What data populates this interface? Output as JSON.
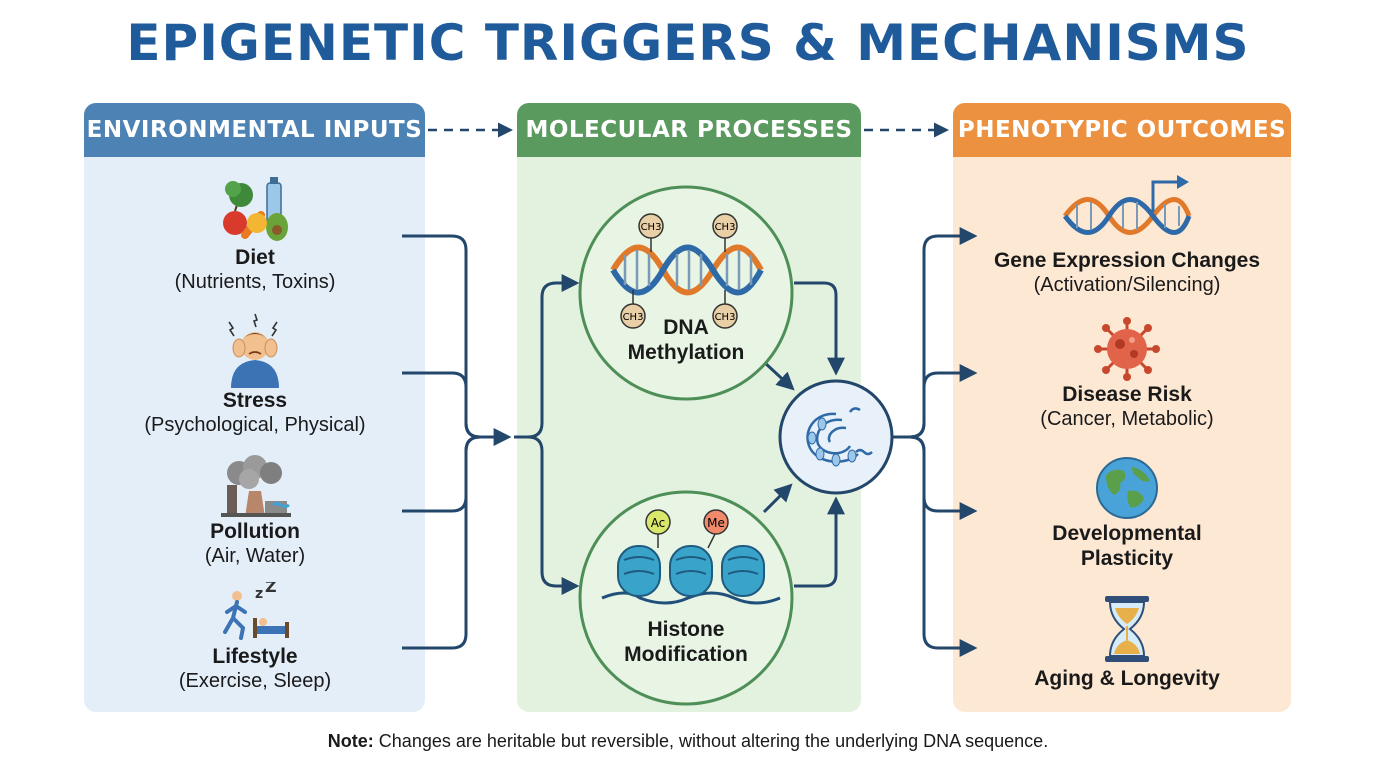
{
  "title": "EPIGENETIC TRIGGERS & MECHANISMS",
  "panels": {
    "environmental": {
      "header": "ENVIRONMENTAL INPUTS",
      "items": [
        {
          "name": "Diet",
          "detail": "(Nutrients, Toxins)",
          "icon": "food-icon"
        },
        {
          "name": "Stress",
          "detail": "(Psychological, Physical)",
          "icon": "stressed-person-icon"
        },
        {
          "name": "Pollution",
          "detail": "(Air, Water)",
          "icon": "factory-smoke-icon"
        },
        {
          "name": "Lifestyle",
          "detail": "(Exercise, Sleep)",
          "icon": "runner-sleep-icon"
        }
      ]
    },
    "molecular": {
      "header": "MOLECULAR PROCESSES",
      "processes": [
        {
          "name_line1": "DNA",
          "name_line2": "Methylation",
          "icon": "methylated-dna-icon",
          "tags": [
            "CH3",
            "CH3",
            "CH3",
            "CH3"
          ]
        },
        {
          "name_line1": "Histone",
          "name_line2": "Modification",
          "icon": "histone-nucleosome-icon",
          "tags": [
            "Ac",
            "Me"
          ]
        }
      ],
      "hub_icon": "chromatin-icon"
    },
    "phenotypic": {
      "header": "PHENOTYPIC OUTCOMES",
      "items": [
        {
          "name": "Gene Expression Changes",
          "detail": "(Activation/Silencing)",
          "icon": "dna-arrow-icon"
        },
        {
          "name": "Disease Risk",
          "detail": "(Cancer, Metabolic)",
          "icon": "virus-icon"
        },
        {
          "name_line1": "Developmental",
          "name_line2": "Plasticity",
          "icon": "globe-icon"
        },
        {
          "name": "Aging & Longevity",
          "icon": "hourglass-icon"
        }
      ]
    }
  },
  "note": {
    "label": "Note:",
    "text": "Changes are heritable but reversible, without altering the underlying DNA sequence."
  },
  "colors": {
    "title": "#1f5a9b",
    "env_header": "#4d82b4",
    "env_bg": "#e4eef9",
    "mol_header": "#5a9a5f",
    "mol_bg": "#e3f1df",
    "phe_header": "#ec9140",
    "phe_bg": "#fde8d4",
    "connector": "#23476b"
  }
}
